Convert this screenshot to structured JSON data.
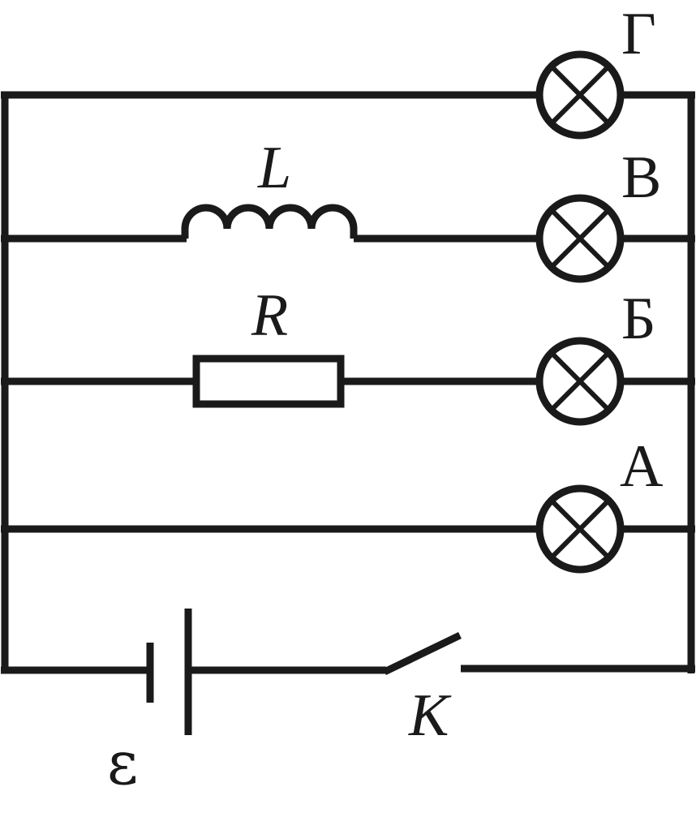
{
  "lamps": {
    "g": {
      "label": "Г"
    },
    "v": {
      "label": "В"
    },
    "b": {
      "label": "Б"
    },
    "a": {
      "label": "А"
    }
  },
  "inductor": {
    "label": "L"
  },
  "resistor": {
    "label": "R"
  },
  "switch": {
    "label": "K"
  },
  "battery": {
    "label": "ε"
  }
}
